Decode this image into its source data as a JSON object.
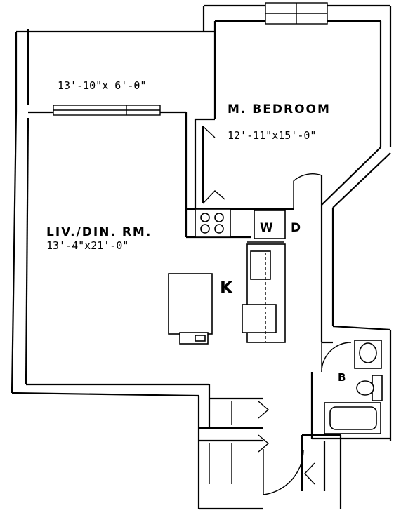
{
  "rooms": {
    "balcony": {
      "dimensions": "13'-10\"x 6'-0\""
    },
    "bedroom": {
      "name": "M. BEDROOM",
      "dimensions": "12'-11\"x15'-0\""
    },
    "living": {
      "name": "LIV./DIN. RM.",
      "dimensions": "13'-4\"x21'-0\""
    },
    "kitchen": {
      "label": "K"
    },
    "washer_dryer": {
      "w": "W",
      "d": "D"
    },
    "bath": {
      "label": "B"
    }
  },
  "colors": {
    "line": "#000000",
    "background": "#ffffff"
  }
}
